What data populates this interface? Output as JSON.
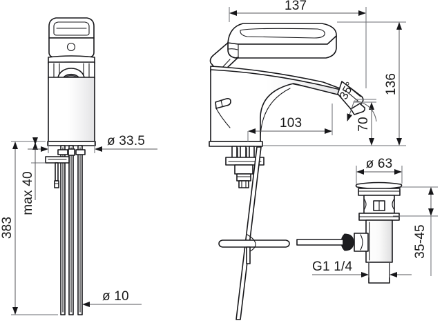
{
  "drawing": {
    "title": "Single-lever basin mixer technical dimension drawing",
    "units": "mm",
    "line_color": "#17171a",
    "dimension_color": "#55565a"
  },
  "views": [
    {
      "name": "front-view",
      "label": "Front elevation of basin mixer with shanks"
    },
    {
      "name": "side-view",
      "label": "Side elevation of basin mixer with pop-up rod"
    },
    {
      "name": "waste-detail-view",
      "label": "Pop-up waste valve assembly detail"
    }
  ],
  "dimensions": {
    "front": {
      "total_height": "383",
      "max_thickness": "max 40",
      "body_diameter": "ø 33.5",
      "tube_diameter": "ø 10"
    },
    "side": {
      "overall_length": "137",
      "overall_height": "136",
      "spout_reach": "103",
      "spout_height": "70",
      "outlet_angle": "35°"
    },
    "waste": {
      "flange_diameter": "ø 63",
      "adjust_range": "35-45",
      "thread": "G1 1/4"
    }
  }
}
